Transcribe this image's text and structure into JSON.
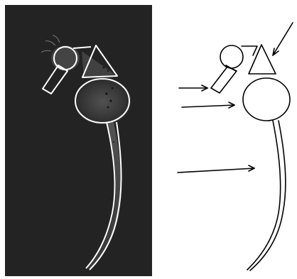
{
  "figure": {
    "description_visible_text": "",
    "photo_background_color": "#242424",
    "outline_color_on_photo": "#ffffff",
    "drawing_stroke_color": "#000000",
    "canvas_background_color": "#ffffff",
    "parts": [
      "head",
      "snout",
      "triangle-segment",
      "round-abdomen",
      "tail"
    ],
    "arrow_count": 4
  }
}
